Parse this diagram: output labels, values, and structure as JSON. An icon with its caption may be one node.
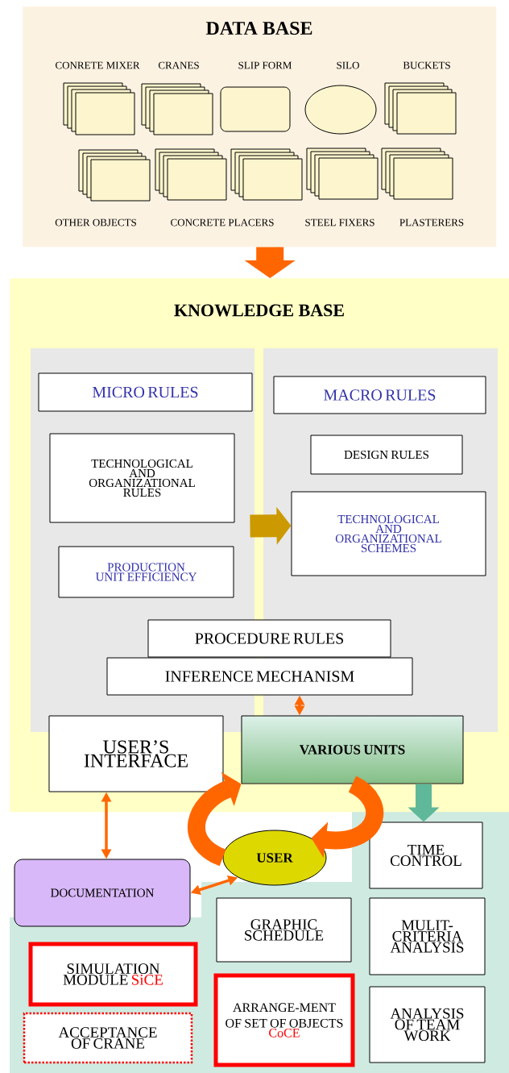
{
  "diagram": {
    "nodes": [
      {
        "text": [
          "DATA BASE"
        ]
      },
      {
        "text": [
          "CONRETE MIXER"
        ],
        "in": 0
      },
      {
        "text": [
          "CRANES"
        ],
        "in": 0
      },
      {
        "text": [
          "SLIP FORM"
        ],
        "in": 0
      },
      {
        "text": [
          "SILO"
        ],
        "in": 0
      },
      {
        "text": [
          "BUCKETS"
        ],
        "in": 0
      },
      {
        "text": [
          "OTHER OBJECTS"
        ],
        "in": 0
      },
      {
        "text": [
          "CONCRETE PLACERS"
        ],
        "in": 0
      },
      {
        "text": [],
        "shape": "box",
        "in": 0
      },
      {
        "text": [
          "STEEL FIXERS"
        ],
        "in": 0
      },
      {
        "text": [
          "PLASTERERS"
        ],
        "in": 0
      },
      {
        "text": [
          "KNOWLEDGE BASE"
        ]
      },
      {
        "text": [
          "MICRO RULES"
        ],
        "in": 11
      },
      {
        "text": [
          "TECHNOLOGICAL AND ORGANIZATIONAL RULES"
        ],
        "in": 11
      },
      {
        "text": [
          "PRODUCTION UNIT EFFICIENCY"
        ],
        "in": 11
      },
      {
        "text": [
          "MACRO RULES"
        ],
        "in": 11
      },
      {
        "text": [
          "DESIGN RULES"
        ],
        "in": 11
      },
      {
        "text": [
          "TECHNOLOGICAL AND ORGANIZATIONAL SCHEMES"
        ],
        "in": 11
      },
      {
        "text": [
          "PROCEDURE RULES"
        ],
        "in": 11
      },
      {
        "text": [
          "INFERENCE MECHANISM"
        ],
        "in": 11
      },
      {
        "text": [
          "USER’S INTERFACE"
        ],
        "in": 11
      },
      {
        "text": [
          "VARIOUS UNITS"
        ],
        "in": 11
      },
      {
        "text": [
          "USER"
        ]
      },
      {
        "text": [
          "TIME CONTROL"
        ]
      },
      {
        "text": [
          "DOCUMENTATION"
        ]
      },
      {
        "text": [
          "GRAPHIC SCHEDULE"
        ]
      },
      {
        "text": [
          "MULIT- CRITERIA ANALYSIS"
        ]
      },
      {
        "text": [
          "SIMULATION MODULE",
          "SiCE"
        ]
      },
      {
        "text": [
          "ARRANGE-MENT OF SET OF OBJECTS",
          "CoCE"
        ]
      },
      {
        "text": [
          "ACCEPTANCE OF CRANE"
        ]
      },
      {
        "text": [
          "ANALYSIS OF TEAM WORK"
        ]
      }
    ],
    "edges": [
      {
        "from": 0,
        "to": 11,
        "arrow": "to"
      },
      {
        "from": 13,
        "to": 17,
        "arrow": "to",
        "color": "#cc9900"
      },
      {
        "from": 19,
        "to": 21,
        "arrow": "both"
      },
      {
        "from": 21,
        "to": 23,
        "arrow": "to",
        "color": "#5fb89a"
      },
      {
        "from": 20,
        "to": 24,
        "arrow": "both"
      },
      {
        "from": 24,
        "to": 22,
        "arrow": "both"
      },
      {
        "from": 22,
        "to": 21,
        "arrow": "to"
      },
      {
        "from": 21,
        "to": 22,
        "arrow": "to"
      }
    ]
  }
}
